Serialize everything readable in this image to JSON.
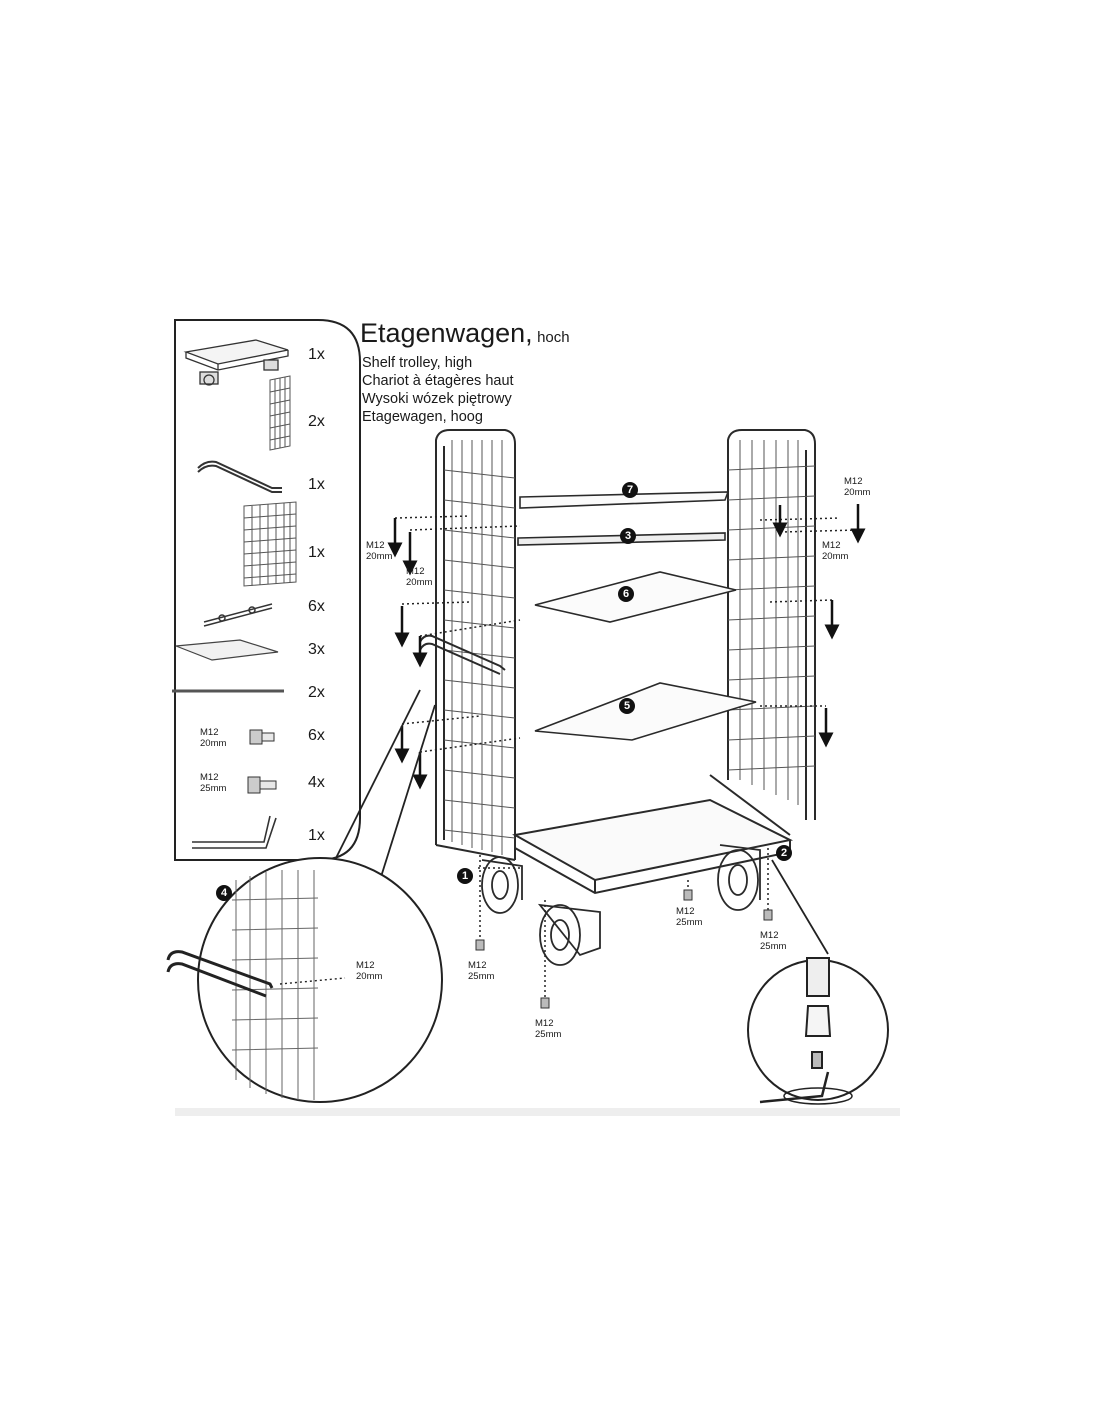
{
  "title": {
    "main": "Etagenwagen,",
    "suffix": "hoch"
  },
  "subtitles": [
    "Shelf trolley, high",
    "Chariot à étagères haut",
    "Wysoki wózek piętrowy",
    "Etagewagen, hoog"
  ],
  "parts": [
    {
      "icon": "base-platform-icon",
      "qty": "1x"
    },
    {
      "icon": "mesh-side-panel-icon",
      "qty": "2x"
    },
    {
      "icon": "push-handle-icon",
      "qty": "1x"
    },
    {
      "icon": "mesh-back-panel-icon",
      "qty": "1x"
    },
    {
      "icon": "shelf-bracket-icon",
      "qty": "6x"
    },
    {
      "icon": "shelf-board-icon",
      "qty": "3x"
    },
    {
      "icon": "rod-icon",
      "qty": "2x"
    },
    {
      "icon": "bolt-icon",
      "size": "M12",
      "length": "20mm",
      "qty": "6x"
    },
    {
      "icon": "bolt-icon",
      "size": "M12",
      "length": "25mm",
      "qty": "4x"
    },
    {
      "icon": "allen-key-icon",
      "qty": "1x"
    }
  ],
  "screw_labels": {
    "m12": "M12",
    "mm20": "20mm",
    "mm25": "25mm"
  },
  "steps": [
    "1",
    "2",
    "3",
    "4",
    "5",
    "6",
    "7"
  ]
}
